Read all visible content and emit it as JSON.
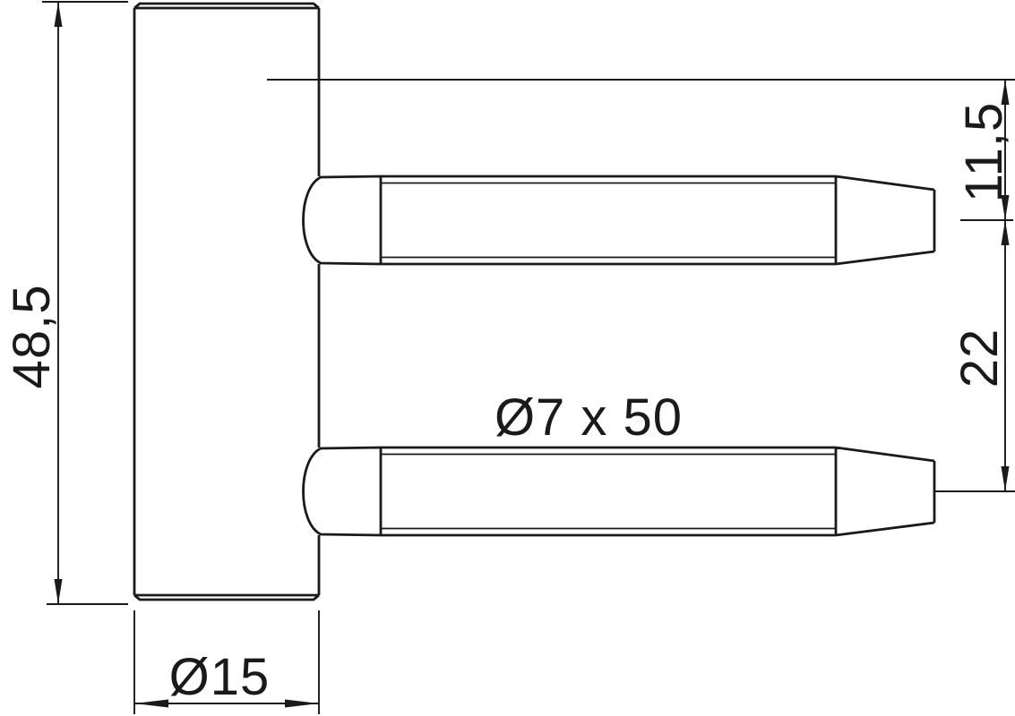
{
  "drawing": {
    "kind": "technical-drawing",
    "background_color": "#ffffff",
    "line_color": "#1a1a1a",
    "labels": {
      "overall_height": "48,5",
      "body_diameter": "Ø15",
      "pin_spec": "Ø7 x 50",
      "pin_top_offset": "11,5",
      "pin_spacing": "22"
    },
    "values": {
      "overall_height_mm": 48.5,
      "body_diameter_mm": 15,
      "pin_diameter_mm": 7,
      "pin_length_mm": 50,
      "pin_top_offset_mm": 11.5,
      "pin_spacing_mm": 22
    }
  }
}
